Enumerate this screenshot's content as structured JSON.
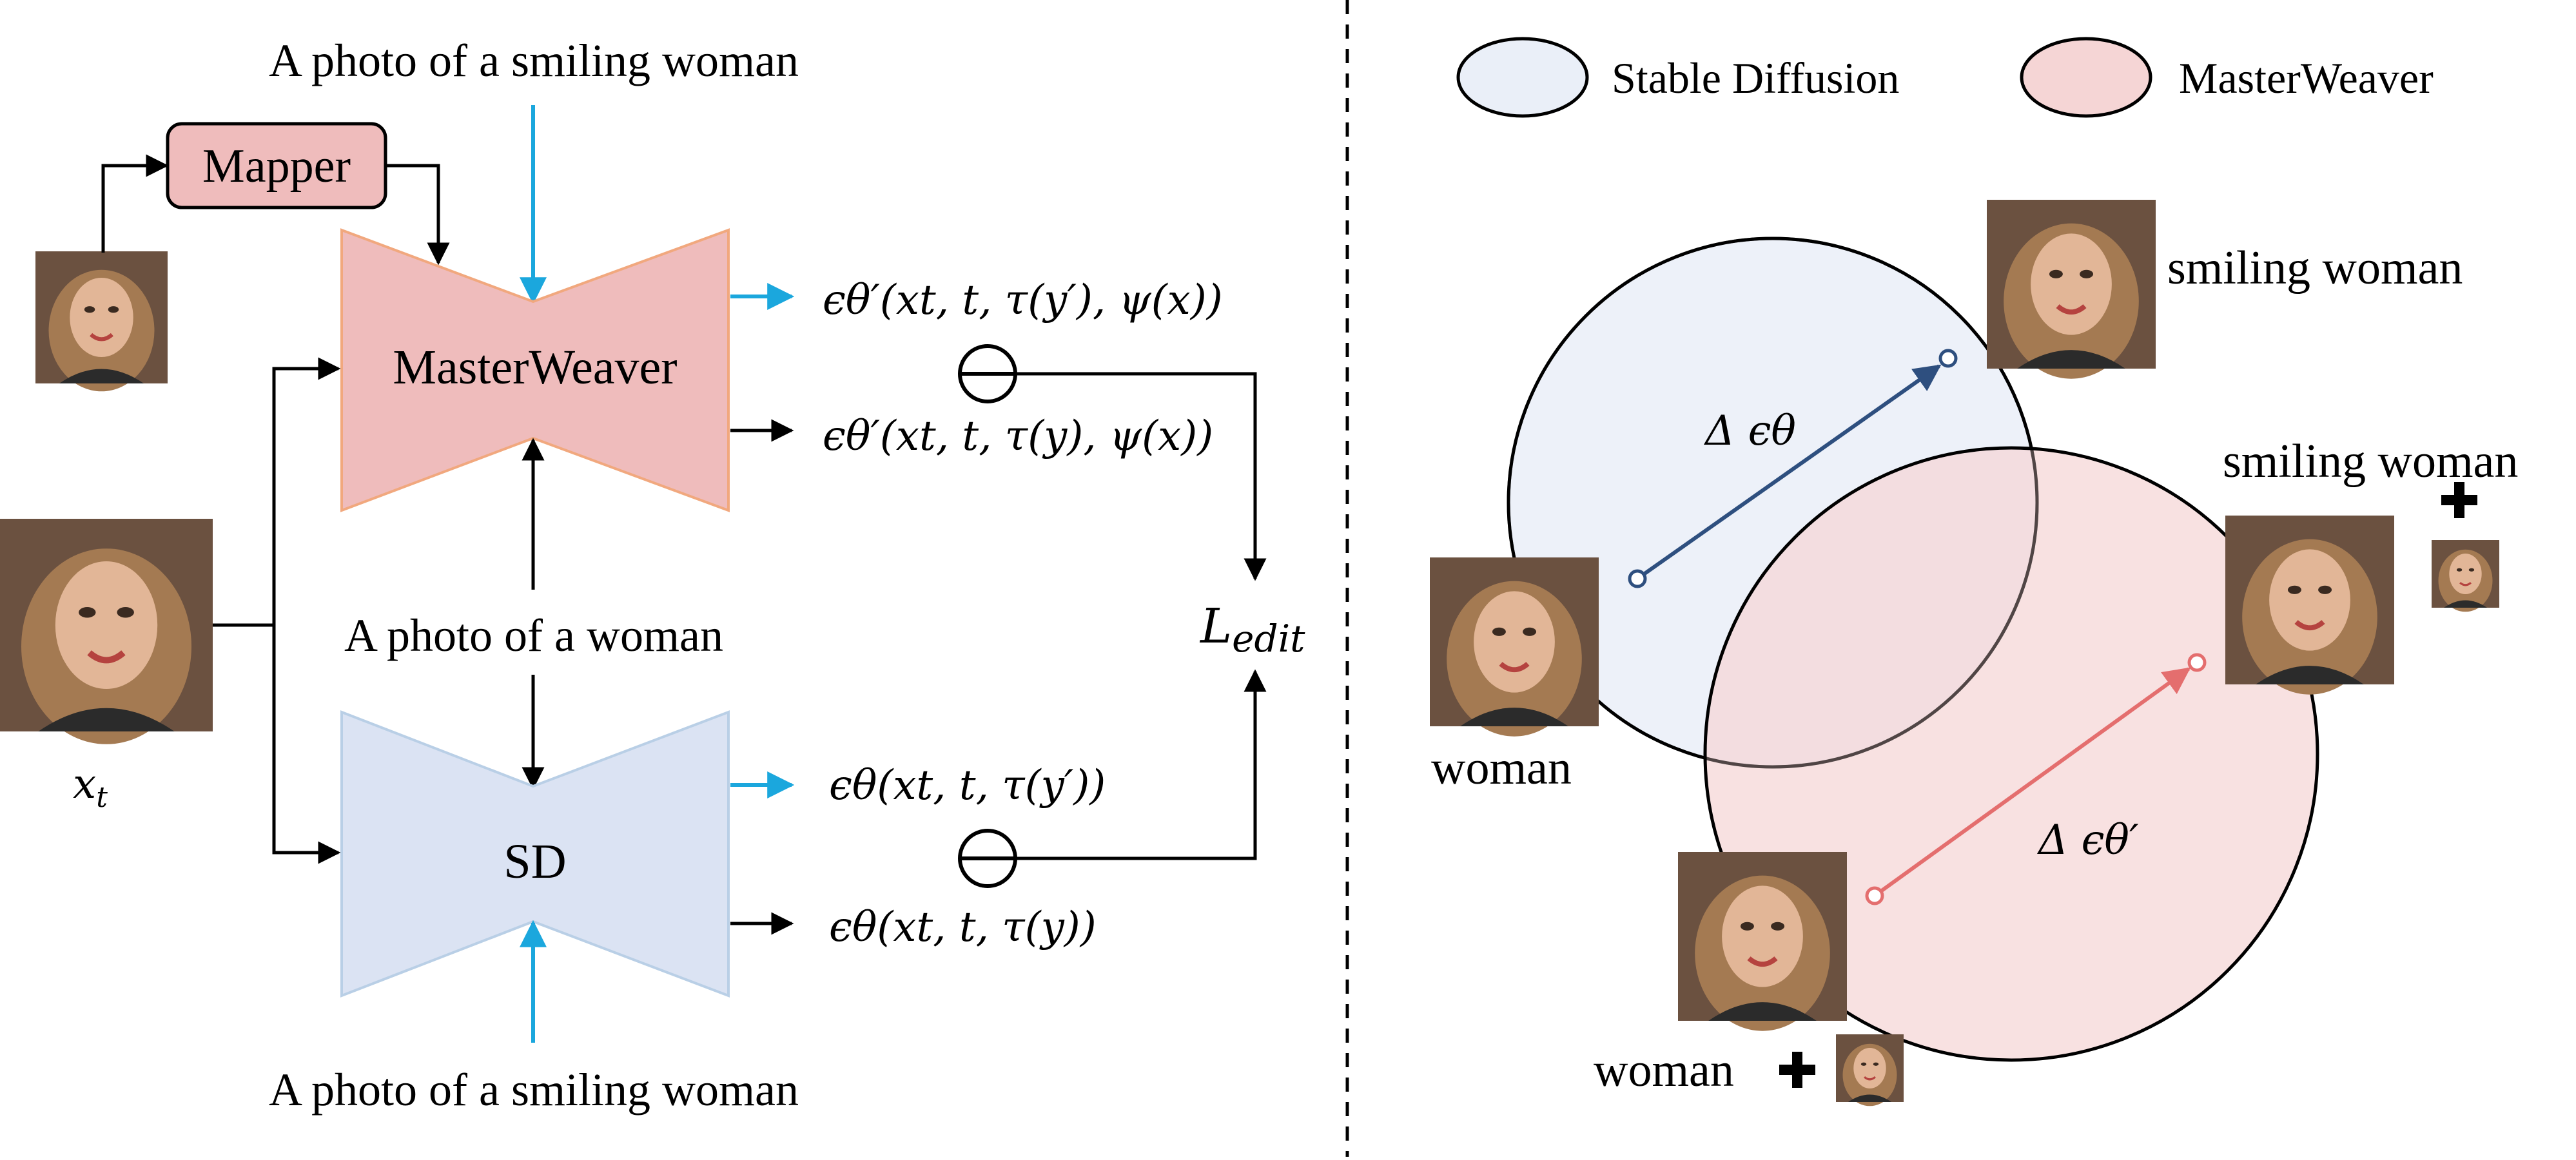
{
  "left": {
    "prompt_top": "A photo of a smiling woman",
    "mapper_label": "Mapper",
    "masterweaver_label": "MasterWeaver",
    "prompt_middle": "A photo of a woman",
    "sd_label": "SD",
    "prompt_bottom": "A photo of a smiling woman",
    "xt_base": "x",
    "xt_sub": "t",
    "loss_base": "L",
    "loss_sub": "edit",
    "formulas": {
      "mw_smiling": "ϵθ′(xt, t, τ(y′), ψ(x))",
      "mw_neutral": "ϵθ′(xt, t, τ(y), ψ(x))",
      "sd_smiling": "ϵθ(xt, t, τ(y′))",
      "sd_neutral": "ϵθ(xt, t, τ(y))"
    }
  },
  "right": {
    "legend": [
      {
        "label": "Stable Diffusion",
        "color": "#eaeff8"
      },
      {
        "label": "MasterWeaver",
        "color": "#f5d5d5"
      }
    ],
    "labels": {
      "smiling_woman_top": "smiling woman",
      "smiling_woman_right": "smiling woman",
      "woman_left": "woman",
      "woman_bottom": "woman"
    },
    "delta_sd": "Δ ϵθ",
    "delta_mw": "Δ ϵθ′"
  },
  "colors": {
    "pink_fill": "#efbcbc",
    "pink_stroke": "#f1a87e",
    "blue_fill": "#dbe3f3",
    "blue_stroke": "#b9cfe6",
    "cyan_arrow": "#1ba7dd",
    "navy_arrow": "#2e4f7f",
    "red_arrow": "#e46e6e"
  },
  "icons": [
    "portrait-photo-icon",
    "plus-icon",
    "minus-circle-icon"
  ]
}
